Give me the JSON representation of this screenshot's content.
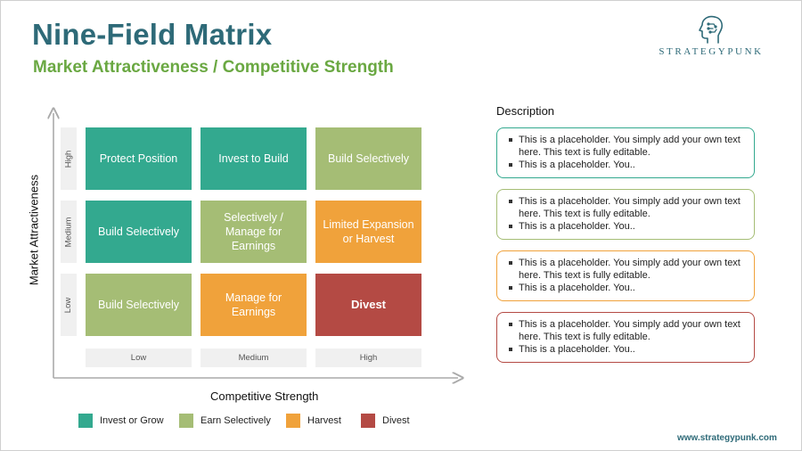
{
  "header": {
    "title": "Nine-Field Matrix",
    "subtitle": "Market Attractiveness / Competitive Strength"
  },
  "brand": {
    "name": "STRATEGYPUNK",
    "website": "www.strategypunk.com",
    "logo_icon": "head-circuit-icon"
  },
  "matrix": {
    "y_axis_label": "Market Attractiveness",
    "x_axis_label": "Competitive Strength",
    "row_labels": [
      "High",
      "Medium",
      "Low"
    ],
    "col_labels": [
      "Low",
      "Medium",
      "High"
    ],
    "cells": [
      {
        "text": "Protect Position",
        "category": "Invest or Grow"
      },
      {
        "text": "Invest to Build",
        "category": "Invest or Grow"
      },
      {
        "text": "Build Selectively",
        "category": "Earn Selectively"
      },
      {
        "text": "Build Selectively",
        "category": "Invest or Grow"
      },
      {
        "text": "Selectively / Manage for Earnings",
        "category": "Earn Selectively"
      },
      {
        "text": "Limited Expansion or Harvest",
        "category": "Harvest"
      },
      {
        "text": "Build Selectively",
        "category": "Earn Selectively"
      },
      {
        "text": "Manage for Earnings",
        "category": "Harvest"
      },
      {
        "text": "Divest",
        "category": "Divest"
      }
    ]
  },
  "legend": [
    {
      "label": "Invest or Grow",
      "color": "#33a98f"
    },
    {
      "label": "Earn Selectively",
      "color": "#a5bd75"
    },
    {
      "label": "Harvest",
      "color": "#f0a23b"
    },
    {
      "label": "Divest",
      "color": "#b44a44"
    }
  ],
  "description": {
    "title": "Description",
    "boxes": [
      {
        "color": "#33a98f",
        "bullets": [
          "This is a placeholder. You simply add your own text here. This text is fully editable.",
          "This is a placeholder. You.."
        ]
      },
      {
        "color": "#a5bd75",
        "bullets": [
          "This is a placeholder. You simply add your own text here. This text is fully editable.",
          "This is a placeholder. You.."
        ]
      },
      {
        "color": "#f0a23b",
        "bullets": [
          "This is a placeholder. You simply add your own text here. This text is fully editable.",
          "This is a placeholder. You.."
        ]
      },
      {
        "color": "#b44a44",
        "bullets": [
          "This is a placeholder. You simply add your own text here. This text is fully editable.",
          "This is a placeholder. You.."
        ]
      }
    ]
  }
}
